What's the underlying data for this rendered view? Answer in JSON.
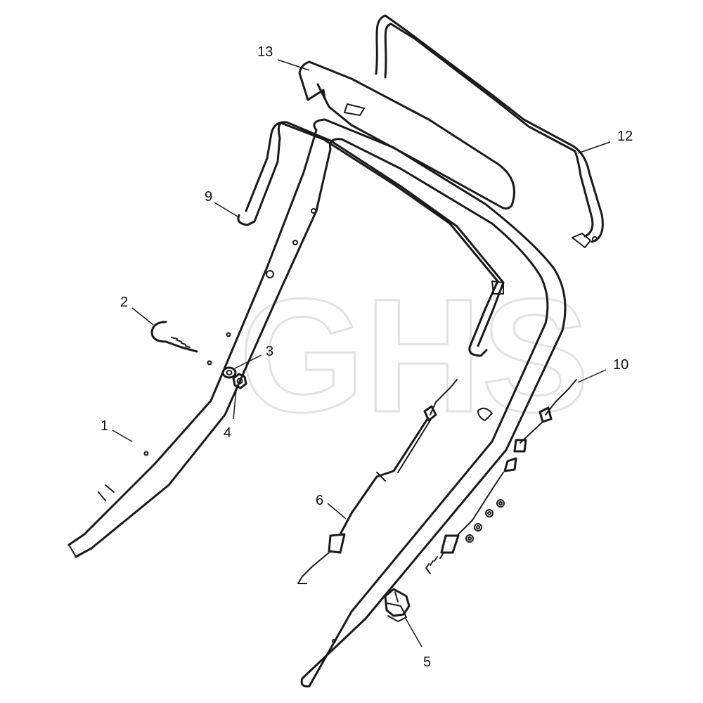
{
  "watermark": "GHS",
  "colors": {
    "line": "#1a1a1a",
    "watermark": "#e2e2e2",
    "background": "#ffffff"
  },
  "callouts": [
    {
      "id": "1",
      "label": "1"
    },
    {
      "id": "2",
      "label": "2"
    },
    {
      "id": "3",
      "label": "3"
    },
    {
      "id": "4",
      "label": "4"
    },
    {
      "id": "5",
      "label": "5"
    },
    {
      "id": "6",
      "label": "6"
    },
    {
      "id": "9",
      "label": "9"
    },
    {
      "id": "10",
      "label": "10"
    },
    {
      "id": "12",
      "label": "12"
    },
    {
      "id": "13",
      "label": "13"
    }
  ]
}
